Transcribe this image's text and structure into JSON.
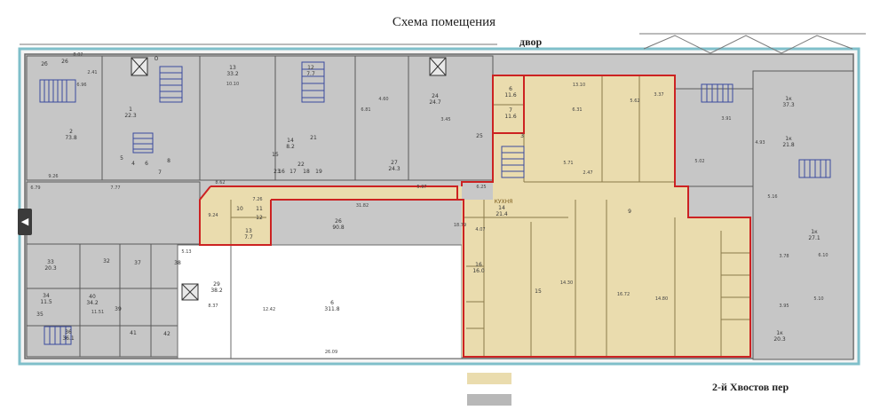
{
  "title": "Схема помещения",
  "yard_label": "двор",
  "street_label": "2-й Хвостов пер",
  "colors": {
    "rented": "#eadcae",
    "other": "#c6c6c6",
    "outline": "#cc2222",
    "wall": "#6b6b6b",
    "stairs": "#3a4a9e",
    "window": "#5fb6c8"
  },
  "rooms": [
    {
      "key": "26",
      "label": "26",
      "area": "",
      "section": "other"
    },
    {
      "key": "2b",
      "label": "2б",
      "area": "",
      "section": "other"
    },
    {
      "key": "o",
      "label": "О",
      "area": "",
      "section": "other"
    },
    {
      "key": "1",
      "label": "1",
      "area": "22.3",
      "section": "other"
    },
    {
      "key": "13",
      "label": "13",
      "area": "33.2",
      "section": "other"
    },
    {
      "key": "2",
      "label": "2",
      "area": "73.8",
      "section": "other"
    },
    {
      "key": "12",
      "label": "12",
      "area": "7.7",
      "section": "other"
    },
    {
      "key": "24",
      "label": "24",
      "area": "24.7",
      "section": "other"
    },
    {
      "key": "14",
      "label": "14",
      "area": "8.2",
      "section": "other"
    },
    {
      "key": "21",
      "label": "21",
      "area": "",
      "section": "other"
    },
    {
      "key": "22",
      "label": "22",
      "area": "",
      "section": "other"
    },
    {
      "key": "23",
      "label": "23",
      "area": "",
      "section": "other"
    },
    {
      "key": "27",
      "label": "27",
      "area": "24.3",
      "section": "other"
    },
    {
      "key": "25",
      "label": "25",
      "area": "",
      "section": "other"
    },
    {
      "key": "3",
      "label": "3",
      "area": "",
      "section": "other"
    },
    {
      "key": "5",
      "label": "5",
      "area": "",
      "section": "other"
    },
    {
      "key": "4",
      "label": "4",
      "area": "",
      "section": "other"
    },
    {
      "key": "6",
      "label": "6",
      "area": "",
      "section": "other"
    },
    {
      "key": "7",
      "label": "7",
      "area": "",
      "section": "other"
    },
    {
      "key": "8",
      "label": "8",
      "area": "",
      "section": "other"
    },
    {
      "key": "15",
      "label": "15",
      "area": "",
      "section": "other"
    },
    {
      "key": "16",
      "label": "16",
      "area": "",
      "section": "other"
    },
    {
      "key": "17",
      "label": "17",
      "area": "",
      "section": "other"
    },
    {
      "key": "18",
      "label": "18",
      "area": "",
      "section": "other"
    },
    {
      "key": "19",
      "label": "19",
      "area": "",
      "section": "other"
    },
    {
      "key": "l33",
      "label": "33",
      "area": "20.3",
      "section": "other"
    },
    {
      "key": "l32",
      "label": "32",
      "area": "",
      "section": "other"
    },
    {
      "key": "l37",
      "label": "37",
      "area": "",
      "section": "other"
    },
    {
      "key": "l38",
      "label": "38",
      "area": "",
      "section": "other"
    },
    {
      "key": "l34",
      "label": "34",
      "area": "11.5",
      "section": "other"
    },
    {
      "key": "l40",
      "label": "40",
      "area": "34.2",
      "section": "other"
    },
    {
      "key": "l36",
      "label": "36",
      "area": "36.1",
      "section": "other"
    },
    {
      "key": "l35",
      "label": "35",
      "area": "",
      "section": "other"
    },
    {
      "key": "l41",
      "label": "41",
      "area": "",
      "section": "other"
    },
    {
      "key": "l42",
      "label": "42",
      "area": "",
      "section": "other"
    },
    {
      "key": "l39",
      "label": "39",
      "area": "",
      "section": "other"
    },
    {
      "key": "29",
      "label": "29",
      "area": "38.2",
      "section": "open"
    },
    {
      "key": "6big",
      "label": "6",
      "area": "311.8",
      "section": "open"
    },
    {
      "key": "y6",
      "label": "6",
      "area": "11.6",
      "section": "rented"
    },
    {
      "key": "y7",
      "label": "7",
      "area": "11.6",
      "section": "rented"
    },
    {
      "key": "y9",
      "label": "9",
      "area": "",
      "section": "rented"
    },
    {
      "key": "y10",
      "label": "10",
      "area": "",
      "section": "rented"
    },
    {
      "key": "y11",
      "label": "11",
      "area": "",
      "section": "rented"
    },
    {
      "key": "y12",
      "label": "12",
      "area": "",
      "section": "rented"
    },
    {
      "key": "y13",
      "label": "13",
      "area": "7.7",
      "section": "rented"
    },
    {
      "key": "y26",
      "label": "26",
      "area": "90.8",
      "section": "rented"
    },
    {
      "key": "y14",
      "label": "14",
      "area": "21.4",
      "section": "rented"
    },
    {
      "key": "y15",
      "label": "15",
      "area": "",
      "section": "rented"
    },
    {
      "key": "y16",
      "label": "16",
      "area": "16.0",
      "section": "rented"
    },
    {
      "key": "r1k",
      "label": "1к",
      "area": "37.3",
      "section": "right"
    },
    {
      "key": "r1k2",
      "label": "1к",
      "area": "21.8",
      "section": "right"
    },
    {
      "key": "r1k3",
      "label": "1к",
      "area": "27.1",
      "section": "right"
    },
    {
      "key": "r1k4",
      "label": "1к",
      "area": "20.3",
      "section": "right"
    }
  ],
  "kitchen_label": "КУХНЯ",
  "dimensions": [
    "8.02",
    "2.41",
    "6.96",
    "10.10",
    "4.60",
    "6.81",
    "3.45",
    "13.10",
    "3.37",
    "6.31",
    "5.62",
    "8.62",
    "9.26",
    "6.79",
    "7.77",
    "7.26",
    "31.82",
    "9.24",
    "5.97",
    "6.25",
    "18.79",
    "16.72",
    "14.80",
    "14.30",
    "12.42",
    "26.09",
    "11.51",
    "5.13",
    "8.37",
    "4.07",
    "5.71",
    "2.47",
    "5.02",
    "4.93",
    "3.91",
    "5.16",
    "6.10",
    "5.10",
    "3.78",
    "3.95"
  ],
  "legend": [
    {
      "key": "rented",
      "label": ""
    },
    {
      "key": "other",
      "label": ""
    }
  ],
  "nav": {
    "prev_arrow": "◀"
  }
}
